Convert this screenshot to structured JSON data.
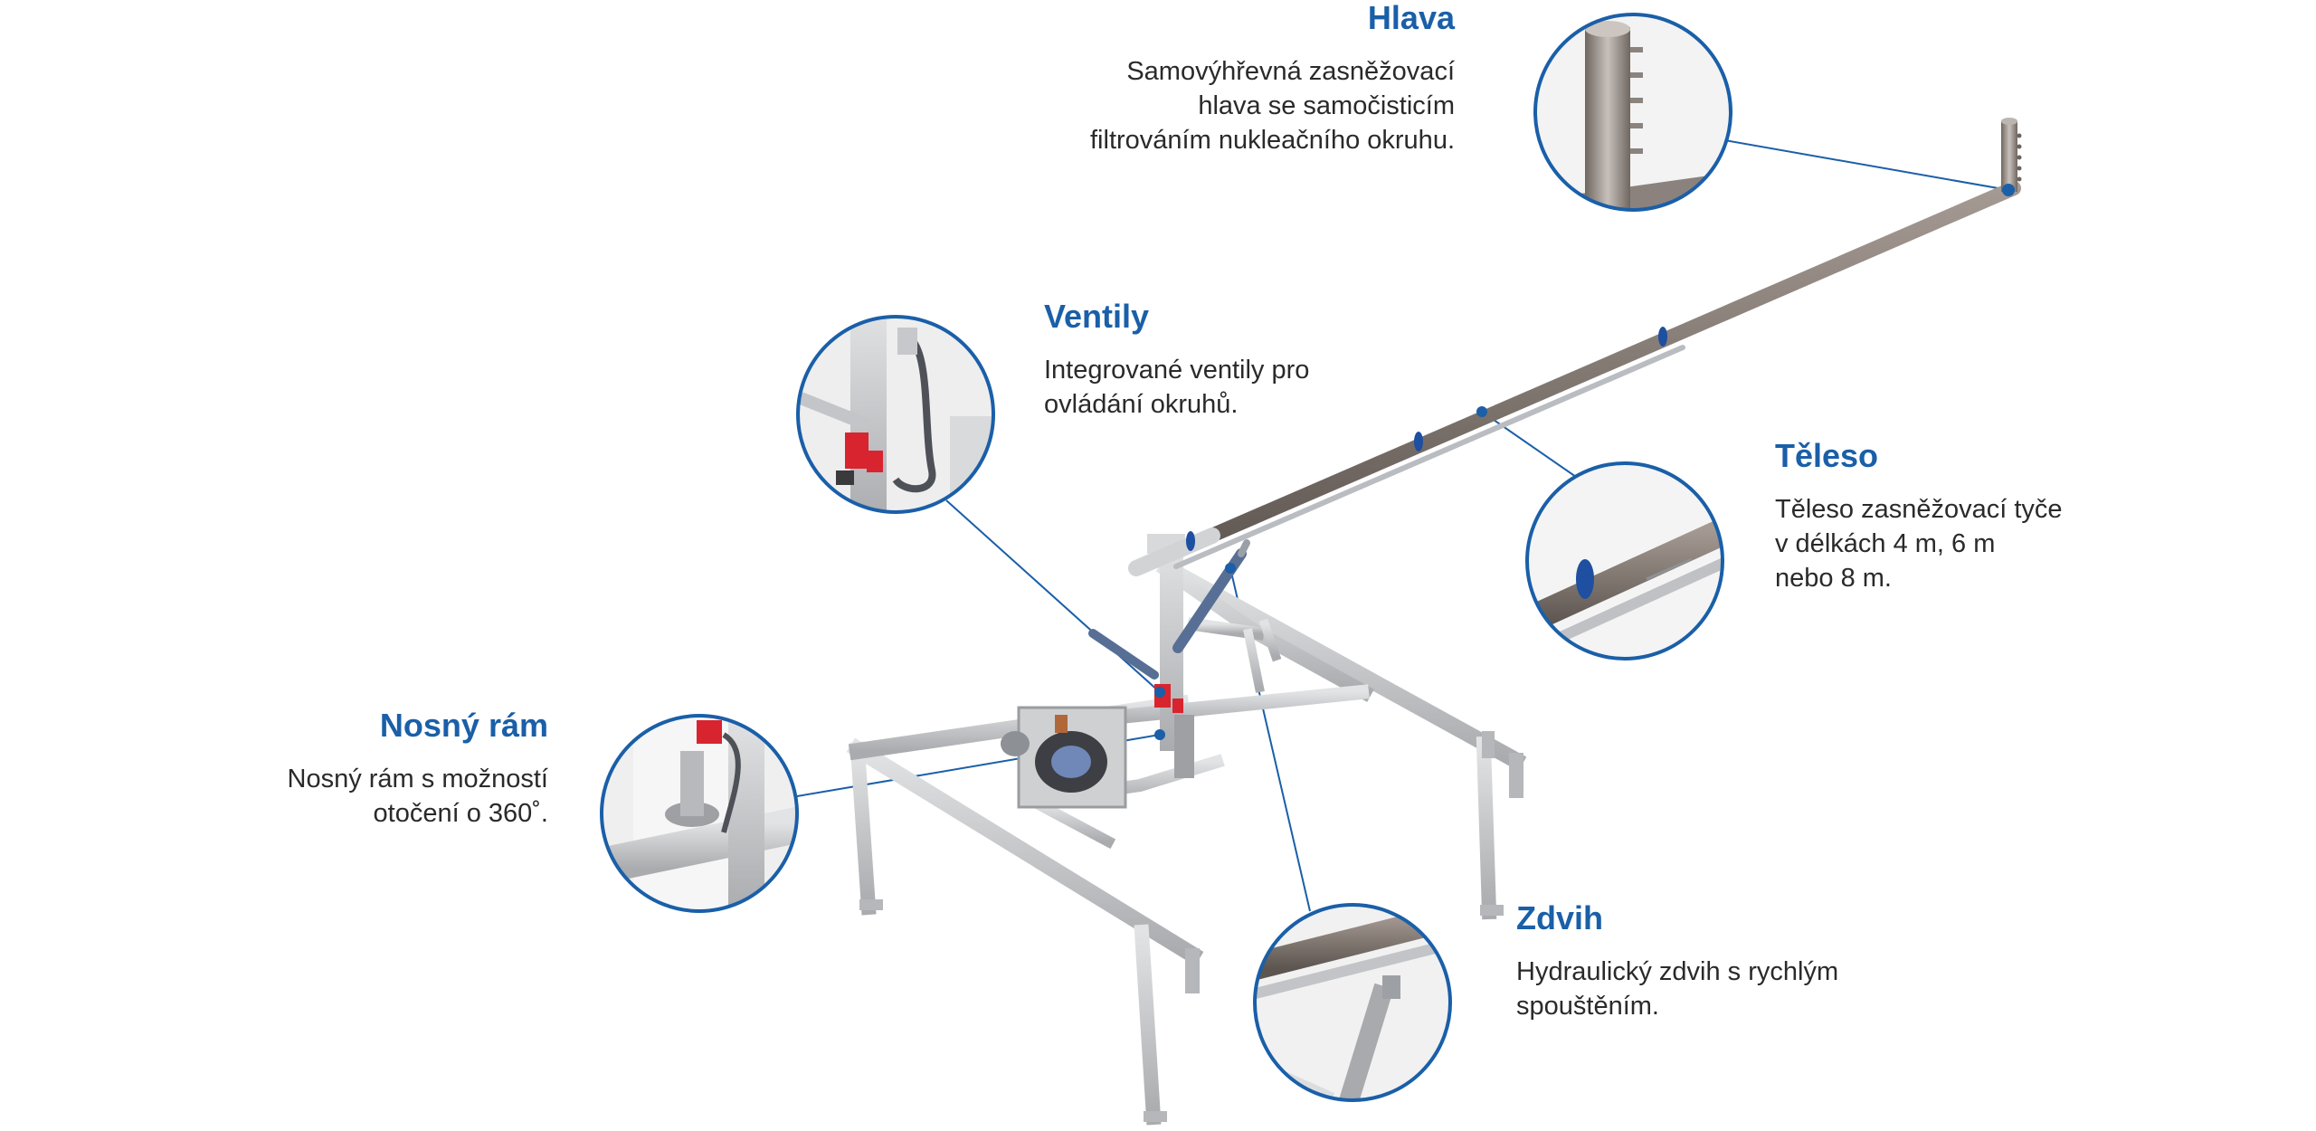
{
  "callouts": {
    "hlava": {
      "title": "Hlava",
      "line1": "Samovýhřevná zasněžovací",
      "line2": "hlava se samočisticím",
      "line3": "filtrováním nukleačního okruhu."
    },
    "ventily": {
      "title": "Ventily",
      "line1": "Integrované ventily pro",
      "line2": "ovládání okruhů."
    },
    "teleso": {
      "title": "Těleso",
      "line1": "Těleso zasněžovací tyče",
      "line2": "v délkách 4 m, 6 m",
      "line3": "nebo 8 m."
    },
    "nosny_ram": {
      "title": "Nosný rám",
      "line1": "Nosný rám s možností",
      "line2": "otočení o 360˚."
    },
    "zdvih": {
      "title": "Zdvih",
      "line1": "Hydraulický zdvih s rychlým",
      "line2": "spouštěním."
    }
  },
  "colors": {
    "accent": "#1a5fa8",
    "text": "#2a2a2a",
    "frame": "#c9cacc",
    "pipe": "#7e7570",
    "valve": "#d8242f"
  }
}
